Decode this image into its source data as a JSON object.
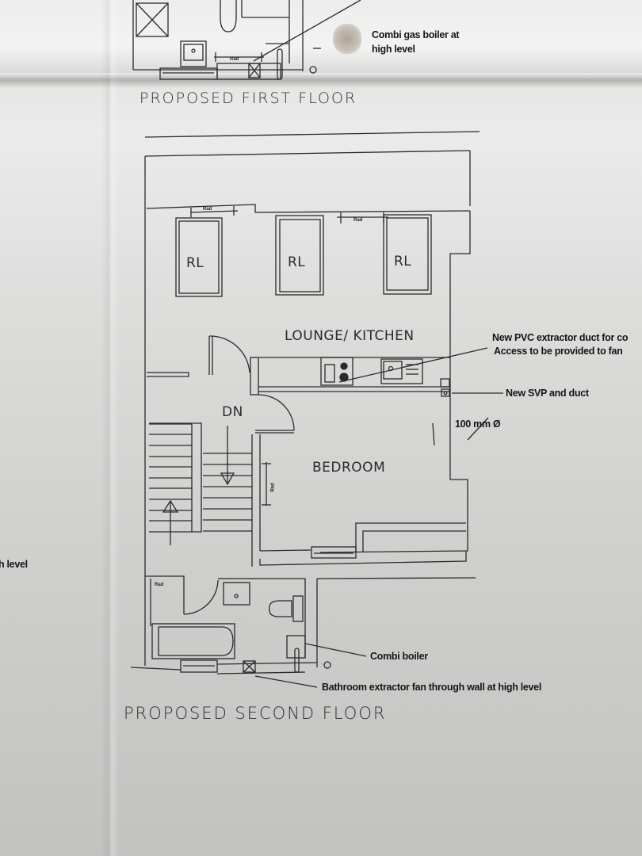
{
  "document": {
    "type": "architectural floor plan drawing (photographed)",
    "colors": {
      "paper": "#e4e5e3",
      "ink": "#2a2a2a",
      "stain": "#8a7350"
    }
  },
  "first_floor": {
    "title": "PROPOSED FIRST FLOOR",
    "notes": {
      "boiler_line1": "Combi gas boiler at",
      "boiler_line2": "high level"
    },
    "rad_label": "Rad"
  },
  "second_floor": {
    "title": "PROPOSED SECOND FLOOR",
    "rooms": {
      "lounge_kitchen": "LOUNGE/  KITCHEN",
      "bedroom": "BEDROOM",
      "stairs_down": "DN"
    },
    "rooflights": [
      "RL",
      "RL",
      "RL"
    ],
    "rad_labels": [
      "Rad",
      "Rad",
      "Rad",
      "Rad"
    ],
    "notes": {
      "extractor_line1": "New PVC extractor duct for co",
      "extractor_line2": "Access to be provided to fan",
      "svp": "New SVP and duct",
      "pipe_size": "100 mm Ø",
      "combi_boiler": "Combi boiler",
      "bathroom_fan": "Bathroom extractor fan through wall at high level"
    }
  },
  "left_page_fragment": {
    "text": "h level"
  }
}
